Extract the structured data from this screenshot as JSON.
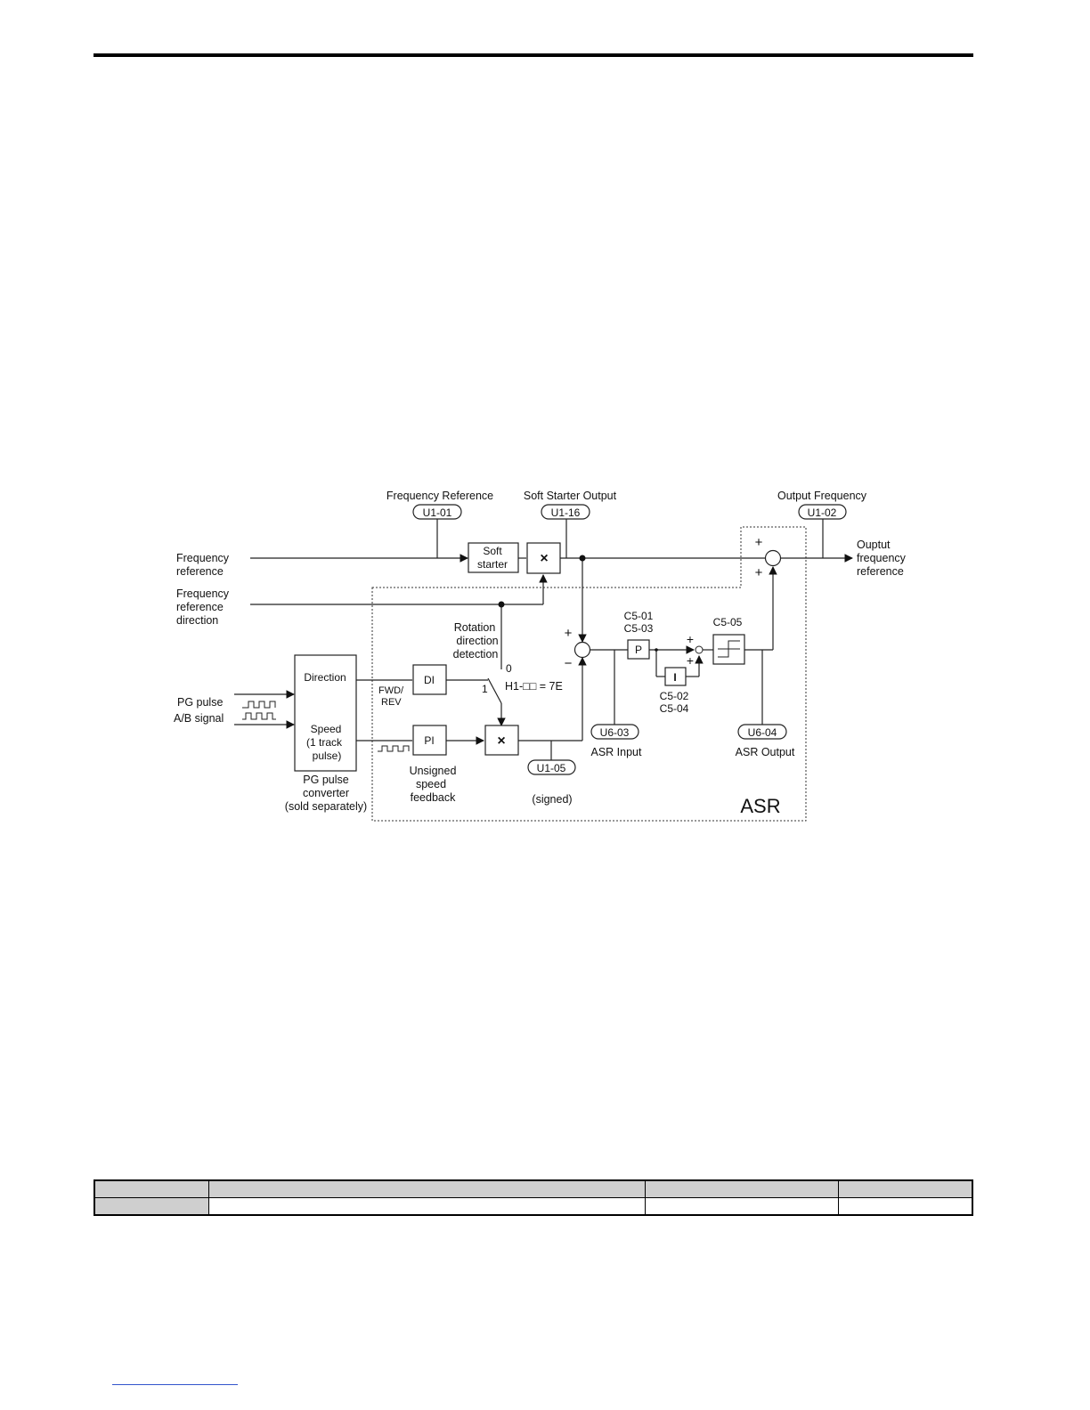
{
  "labels": {
    "freq_ref_title": "Frequency Reference",
    "soft_starter_output_title": "Soft Starter Output",
    "output_frequency_title": "Output Frequency",
    "freq_ref_in_1": "Frequency",
    "freq_ref_in_2": "reference",
    "freq_dir_in_1": "Frequency",
    "freq_dir_in_2": "reference",
    "freq_dir_in_3": "direction",
    "output_1": "Ouptut",
    "output_2": "frequency",
    "output_3": "reference",
    "rotation_1": "Rotation",
    "rotation_2": "direction",
    "rotation_3": "detection",
    "pg_pulse": "PG pulse",
    "ab_signal": "A/B signal",
    "fwd_rev_1": "FWD/",
    "fwd_rev_2": "REV",
    "h1_setting": "H1-□□ = 7E",
    "switch_0": "0",
    "switch_1": "1",
    "unsigned_1": "Unsigned",
    "unsigned_2": "speed",
    "unsigned_3": "feedback",
    "signed": "(signed)",
    "pg_conv_1": "PG pulse",
    "pg_conv_2": "converter",
    "pg_conv_3": "(sold separately)",
    "asr_input": "ASR Input",
    "asr_output": "ASR Output",
    "asr": "ASR",
    "c5_01": "C5-01",
    "c5_03": "C5-03",
    "c5_02": "C5-02",
    "c5_04": "C5-04",
    "c5_05": "C5-05",
    "plus": "+",
    "minus": "−"
  },
  "monitors": {
    "u1_01": "U1-01",
    "u1_16": "U1-16",
    "u1_02": "U1-02",
    "u1_05": "U1-05",
    "u6_03": "U6-03",
    "u6_04": "U6-04"
  },
  "blocks": {
    "soft_starter_1": "Soft",
    "soft_starter_2": "starter",
    "multiply": "×",
    "direction": "Direction",
    "speed_1": "Speed",
    "speed_2": "(1 track",
    "speed_3": "pulse)",
    "di": "DI",
    "pi": "PI",
    "p": "P",
    "i": "I"
  }
}
